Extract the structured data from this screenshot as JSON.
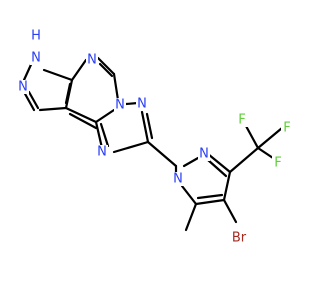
{
  "colors": {
    "background": "#ffffff",
    "bond": "#000000",
    "N": "#2a3ff2",
    "Br": "#a5291f",
    "F": "#5fcf3a",
    "H": "#2a3ff2"
  },
  "molecule": {
    "atoms": {
      "NH_label": "H",
      "N1_label": "N",
      "N2_label": "N",
      "N3_label": "N",
      "N4_label": "N",
      "N5_label": "N",
      "N6_label": "N",
      "N7_label": "N",
      "N8_label": "N",
      "Br_label": "Br",
      "F1_label": "F",
      "F2_label": "F",
      "F3_label": "F"
    }
  }
}
